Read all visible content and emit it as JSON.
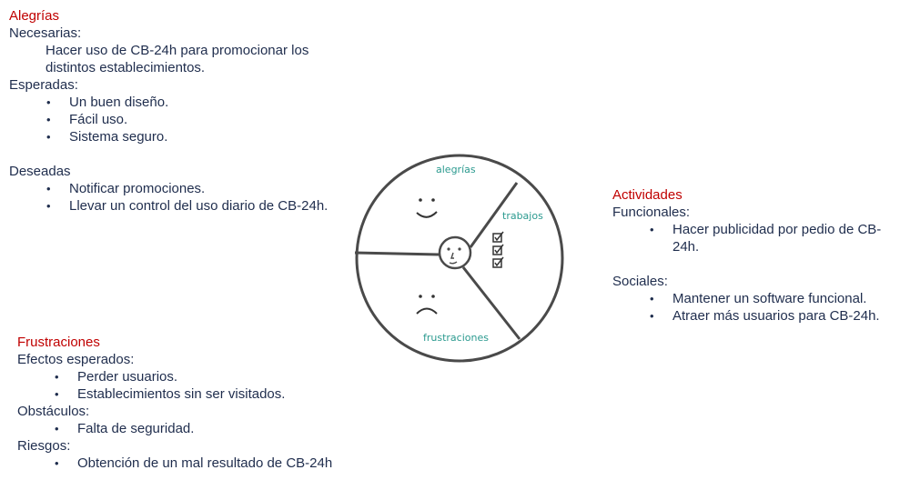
{
  "alegrias": {
    "title": "Alegrías",
    "necesarias_label": "Necesarias:",
    "necesarias_text_1": "Hacer uso de CB-24h para promocionar los",
    "necesarias_text_2": "distintos establecimientos.",
    "esperadas_label": "Esperadas:",
    "esperadas_items": [
      "Un buen diseño.",
      "Fácil uso.",
      "Sistema seguro."
    ],
    "deseadas_label": "Deseadas",
    "deseadas_items": [
      "Notificar promociones.",
      "Llevar un control del uso diario de CB-24h."
    ]
  },
  "actividades": {
    "title": "Actividades",
    "funcionales_label": "Funcionales:",
    "funcionales_item_1": "Hacer publicidad por pedio de CB-",
    "funcionales_item_1b": "24h.",
    "sociales_label": "Sociales:",
    "sociales_items": [
      "Mantener un software funcional.",
      "Atraer más usuarios para CB-24h."
    ]
  },
  "frustraciones": {
    "title": "Frustraciones",
    "efectos_label": "Efectos esperados:",
    "efectos_items": [
      "Perder usuarios.",
      "Establecimientos sin ser visitados."
    ],
    "obstaculos_label": "Obstáculos:",
    "obstaculos_items": [
      "Falta de seguridad."
    ],
    "riesgos_label": "Riesgos:",
    "riesgos_items": [
      "Obtención de un mal resultado de CB-24h"
    ]
  },
  "diagram": {
    "label_alegrias": "alegrías",
    "label_trabajos": "trabajos",
    "label_frustraciones": "frustraciones",
    "accent_color": "#2b9a8f",
    "line_color": "#4a4a4a",
    "heading_color": "#c00000"
  },
  "bullet_char": "•"
}
